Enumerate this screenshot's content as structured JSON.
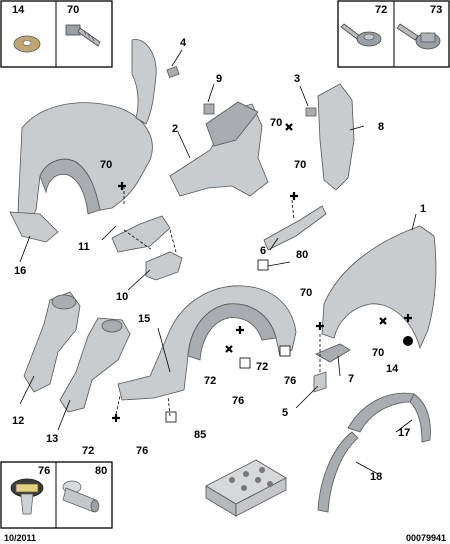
{
  "corner_boxes": {
    "top_left": [
      "14",
      "70"
    ],
    "top_right": [
      "72",
      "73"
    ],
    "bottom_left": [
      "76",
      "80"
    ]
  },
  "callouts": {
    "c1": "1",
    "c2": "2",
    "c3": "3",
    "c4": "4",
    "c5": "5",
    "c6": "6",
    "c7": "7",
    "c8": "8",
    "c9": "9",
    "c10": "10",
    "c11": "11",
    "c12": "12",
    "c13": "13",
    "c14": "14",
    "c15": "15",
    "c16": "16",
    "c17": "17",
    "c18": "18",
    "c70a": "70",
    "c70b": "70",
    "c70c": "70",
    "c70d": "70",
    "c70e": "70",
    "c72a": "72",
    "c72b": "72",
    "c72c": "72",
    "c76a": "76",
    "c76b": "76",
    "c76c": "76",
    "c80": "80",
    "c85": "85"
  },
  "footer": {
    "date": "10/2011",
    "ref": "00079941"
  }
}
